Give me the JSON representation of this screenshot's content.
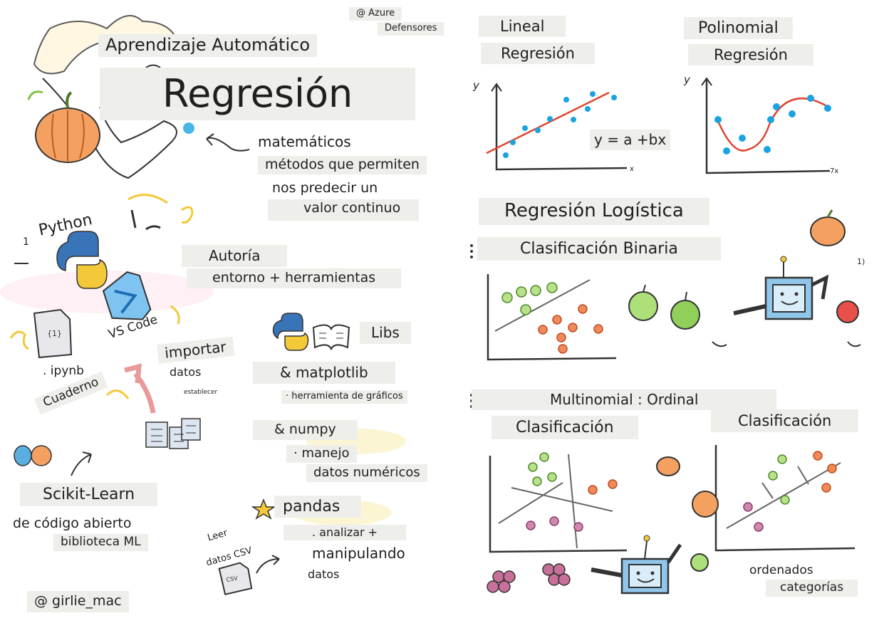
{
  "left": {
    "credit_top": [
      "@ Azure",
      "Defensores"
    ],
    "subtitle": "Aprendizaje Automático",
    "title": "Regresión",
    "definition": [
      "matemáticos",
      "métodos que permiten",
      "nos predecir un",
      "valor continuo"
    ],
    "step_number": "1",
    "python": "Python",
    "authoring": [
      "Autoría",
      "entorno + herramientas"
    ],
    "notebook_icon_text": "{1}",
    "ipynb": ". ipynb",
    "notebook": "Cuaderno",
    "vscode": "VS Code",
    "import_data": [
      "importar",
      "datos",
      "establecer"
    ],
    "libs": "Libs",
    "matplotlib": [
      "& matplotlib",
      "· herramienta de gráficos"
    ],
    "numpy": [
      "& numpy",
      "· manejo",
      "datos numéricos"
    ],
    "pandas": [
      "pandas",
      ". analizar +",
      "manipulando",
      "datos"
    ],
    "scikit": [
      "Scikit-Learn",
      "de código abierto",
      "biblioteca ML"
    ],
    "read_csv": [
      "Leer",
      "datos CSV"
    ],
    "csv_icon_text": "CSV",
    "credit_bottom": "@ girlie_mac"
  },
  "right": {
    "linear": [
      "Lineal",
      "Regresión"
    ],
    "linear_chart": {
      "y_label": "y",
      "x_label": "x",
      "equation": "y = a +bx"
    },
    "poly": [
      "Polinomial",
      "Regresión"
    ],
    "poly_chart": {
      "y_label": "y",
      "x_label": "7x"
    },
    "logistic": "Regresión Logística",
    "binary": "Clasificación Binaria",
    "side_note": "1)",
    "multinomial_ordinal": "Multinomial : Ordinal",
    "class_left": "Clasificación",
    "class_right": "Clasificación",
    "ordered": [
      "ordenados",
      "categorías"
    ]
  },
  "colors": {
    "label_bg": "#eeeeea",
    "point_blue": "#1aa3e0",
    "line_red": "#e0452f",
    "pumpkin": "#f08a3c",
    "apple_green": "#7cc243",
    "grape": "#b8507a",
    "python_blue": "#3a74b8",
    "python_yellow": "#f3c93a"
  },
  "icons": [
    "pumpkin-icon",
    "python-logo-icon",
    "vscode-icon",
    "notebook-icon",
    "book-icon",
    "star-icon",
    "csv-file-icon",
    "robot-icon",
    "apple-icon",
    "grapes-icon"
  ]
}
